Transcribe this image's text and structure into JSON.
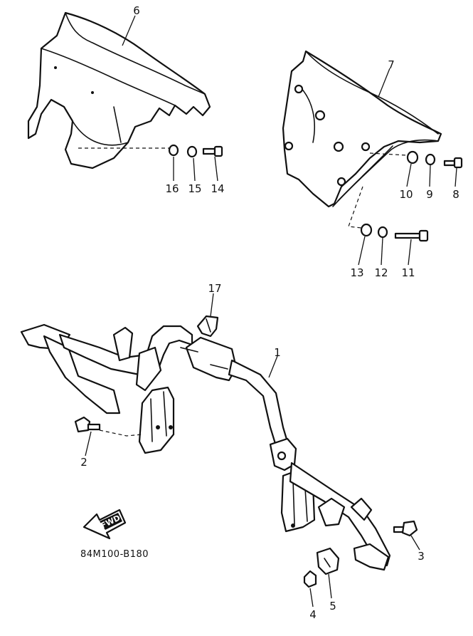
{
  "diagram": {
    "code": "84M100-B180",
    "fwd_label": "FWD",
    "callouts": [
      "1",
      "2",
      "3",
      "4",
      "5",
      "6",
      "7",
      "8",
      "9",
      "10",
      "11",
      "12",
      "13",
      "14",
      "15",
      "16",
      "17"
    ]
  }
}
